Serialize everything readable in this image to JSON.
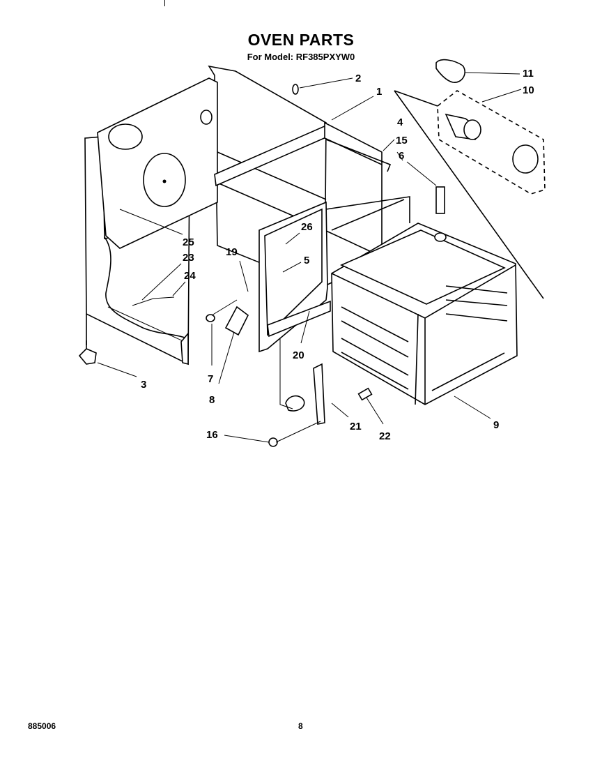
{
  "title": "OVEN PARTS",
  "subtitle": "For Model: RF385PXYW0",
  "footer": {
    "doc_number": "885006",
    "page_number": "8"
  },
  "callouts": [
    {
      "id": "c1",
      "text": "1"
    },
    {
      "id": "c2",
      "text": "2"
    },
    {
      "id": "c3",
      "text": "3"
    },
    {
      "id": "c4",
      "text": "4"
    },
    {
      "id": "c5",
      "text": "5"
    },
    {
      "id": "c6",
      "text": "6"
    },
    {
      "id": "c7",
      "text": "7"
    },
    {
      "id": "c8",
      "text": "8"
    },
    {
      "id": "c9",
      "text": "9"
    },
    {
      "id": "c10",
      "text": "10"
    },
    {
      "id": "c11",
      "text": "11"
    },
    {
      "id": "c15",
      "text": "15"
    },
    {
      "id": "c16",
      "text": "16"
    },
    {
      "id": "c19",
      "text": "19"
    },
    {
      "id": "c20",
      "text": "20"
    },
    {
      "id": "c21",
      "text": "21"
    },
    {
      "id": "c22",
      "text": "22"
    },
    {
      "id": "c23",
      "text": "23"
    },
    {
      "id": "c24",
      "text": "24"
    },
    {
      "id": "c25",
      "text": "25"
    },
    {
      "id": "c26",
      "text": "26"
    }
  ]
}
